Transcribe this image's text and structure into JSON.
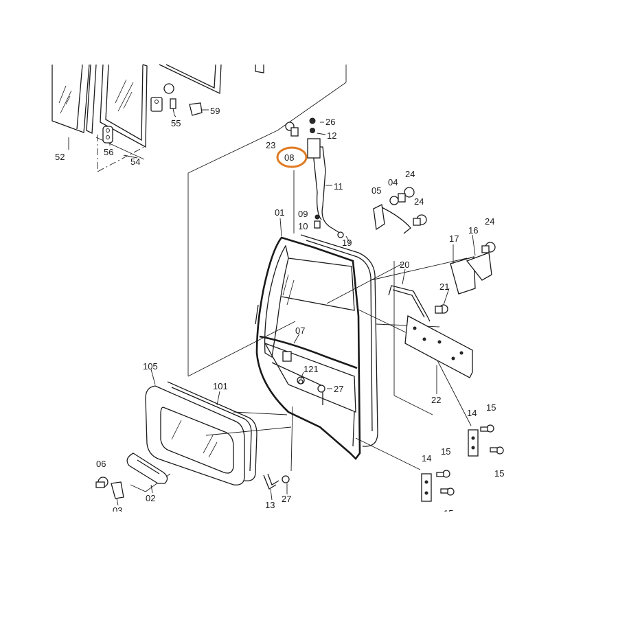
{
  "diagram": {
    "highlight": {
      "part": "08",
      "color": "#e07a22"
    },
    "parts": [
      "52",
      "56",
      "54",
      "55",
      "59",
      "26",
      "12",
      "23",
      "08",
      "11",
      "05",
      "04",
      "24",
      "09",
      "10",
      "01",
      "19",
      "17",
      "16",
      "20",
      "21",
      "07",
      "105",
      "101",
      "121",
      "27",
      "22",
      "14",
      "15",
      "06",
      "02",
      "03",
      "13"
    ]
  }
}
